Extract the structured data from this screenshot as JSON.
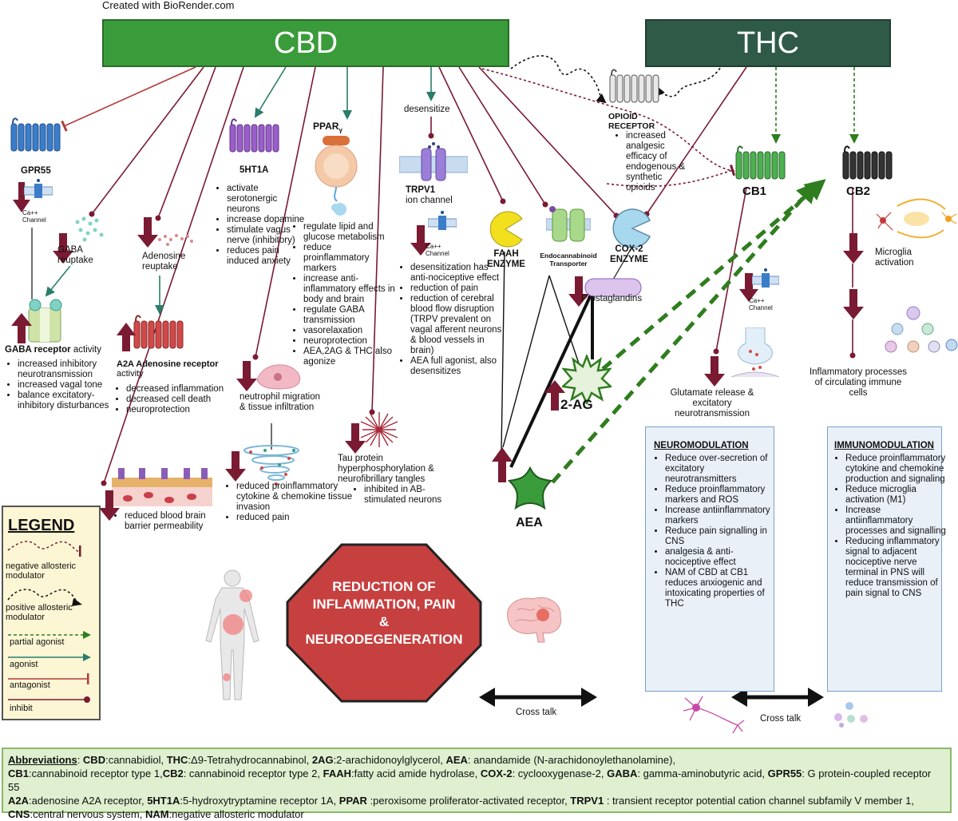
{
  "created_with": "Created with BioRender.com",
  "cbd_label": "CBD",
  "thc_label": "THC",
  "colors": {
    "cbd": "#3a9b3a",
    "thc": "#2e5a47",
    "maroon": "#7a1a33",
    "teal": "#2a7d6a",
    "green_dash": "#2f7d1f",
    "panel": "#e9f0f8",
    "legend": "#fdf6d4",
    "abbrev": "#dfefcf",
    "hexagon": "#c64040"
  },
  "gpr55": {
    "label": "GPR55",
    "channel": "Ca++ Channel",
    "gaba_reuptake": "GABA reuptake",
    "gaba_receptor": "GABA receptor",
    "gaba_receptor_suffix": "activity",
    "bullets": [
      "increased inhibitory neurotransmission",
      "increased vagal tone",
      "balance excitatory-inhibitory disturbances"
    ]
  },
  "adenosine": {
    "reuptake": "Adenosine reuptake",
    "receptor": "A2A Adenosine receptor",
    "receptor_suffix": "activity",
    "bullets": [
      "decreased inflammation",
      "decreased cell death",
      "neuroprotection"
    ]
  },
  "ht1a": {
    "label": "5HT1A",
    "bullets": [
      "activate serotonergic neurons",
      "increase dopamine",
      "stimulate vagus nerve (inhibitory)",
      "reduces pain induced anxiety"
    ]
  },
  "ppar": {
    "label": "PPAR",
    "sub": "γ",
    "bullets": [
      "regulate lipid and glucose metabolism",
      "reduce proinflammatory markers",
      "increase anti-inflammatory effects in body and brain",
      "regulate GABA transmission",
      "vasorelaxation",
      "neuroprotection",
      "AEA,2AG & THC also agonize"
    ]
  },
  "neutrophil": "neutrophil migration & tissue infiltration",
  "cytokine_bullets": [
    "reduced proinflammatory cytokine & chemokine tissue invasion",
    "reduced pain"
  ],
  "bbb_bullets": [
    "reduced blood brain barrier permeability"
  ],
  "tau": {
    "text": "Tau protein hyperphosphorylation & neurofibrillary tangles",
    "bullets": [
      "inhibited in AB-stimulated neurons"
    ]
  },
  "trpv1": {
    "desensitize": "desensitize",
    "label": "TRPV1",
    "sub": "ion channel",
    "channel": "Ca++ Channel",
    "bullets": [
      "desensitization has anti-nociceptive effect",
      "reduction of pain",
      "reduction of cerebral blood flow disruption (TRPV prevalent  on vagal afferent neurons & blood vessels in brain)",
      "AEA full agonist, also desensitizes"
    ]
  },
  "faah": "FAAH ENZYME",
  "transporter": "Endocannabinoid Transporter",
  "cox2": "COX-2 ENZYME",
  "prostaglandins": "Prostaglandins",
  "opioid": {
    "label": "OPIOID RECEPTOR",
    "bullets": [
      "increased analgesic efficacy of endogenous & synthetic opioids"
    ]
  },
  "cb1": "CB1",
  "cb2": "CB2",
  "cb1_channel": "Ca++ Channel",
  "glutamate": "Glutamate release & excitatory neurotransmission",
  "microglia_activation": "Microglia activation",
  "inflammatory_processes": "Inflammatory processes of circulating immune cells",
  "two_ag": "2-AG",
  "aea": "AEA",
  "hexagon": [
    "REDUCTION OF",
    "INFLAMMATION, PAIN",
    "&",
    "NEURODEGENERATION"
  ],
  "cross_talk": "Cross talk",
  "neuromodulation": {
    "title": "NEUROMODULATION",
    "bullets": [
      "Reduce over-secretion of excitatory neurotransmitters",
      "Reduce proinflammatory markers and ROS",
      "Increase antiinflammatory markers",
      "Reduce pain signalling in CNS",
      "analgesia & anti-nociceptive effect",
      "NAM of CBD at CB1 reduces anxiogenic and intoxicating properties of THC"
    ]
  },
  "immunomodulation": {
    "title": "IMMUNOMODULATION",
    "bullets": [
      "Reduce proinflammatory cytokine and chemokine production and signaling",
      "Reduce microglia activation (M1)",
      "Increase antiinflammatory processes and signalling",
      "Reducing inflammatory signal to adjacent nociceptive nerve terminal in PNS will reduce transmission of pain signal to CNS"
    ]
  },
  "legend": {
    "title": "LEGEND",
    "items": [
      "negative  allosteric modulator",
      "positive allosteric modulator",
      "partial agonist",
      "agonist",
      "antagonist",
      "inhibit"
    ]
  },
  "abbreviations": [
    {
      "term": "Abbreviations",
      "def": ": "
    },
    {
      "term": "CBD",
      "def": ":cannabidiol, "
    },
    {
      "term": "THC",
      "def": ":Δ9-Tetrahydrocannabinol, "
    },
    {
      "term": "2AG",
      "def": ":2-arachidonoylglycerol, "
    },
    {
      "term": "AEA",
      "def": ": anandamide (N-arachidonoylethanolamine), "
    },
    {
      "term": "CB1",
      "def": ":cannabinoid receptor type 1,"
    },
    {
      "term": "CB2",
      "def": ": cannabinoid receptor type 2, "
    },
    {
      "term": "FAAH",
      "def": ":fatty acid amide hydrolase, "
    },
    {
      "term": "COX-2",
      "def": ": cyclooxygenase-2, "
    },
    {
      "term": "GABA",
      "def": ": gamma-aminobutyric acid, "
    },
    {
      "term": "GPR55",
      "def": ": G protein-coupled receptor 55"
    },
    {
      "term": "A2A",
      "def": ":adenosine A2A receptor, "
    },
    {
      "term": "5HT1A",
      "def": ":5-hydroxytryptamine receptor 1A, "
    },
    {
      "term": "PPAR",
      "def": " :peroxisome proliferator-activated receptor, "
    },
    {
      "term": "TRPV1",
      "def": " : transient receptor potential cation channel subfamily V member 1, "
    },
    {
      "term": "CNS",
      "def": ":central nervous system, "
    },
    {
      "term": "NAM",
      "def": ":negative allosteric modulator"
    }
  ]
}
